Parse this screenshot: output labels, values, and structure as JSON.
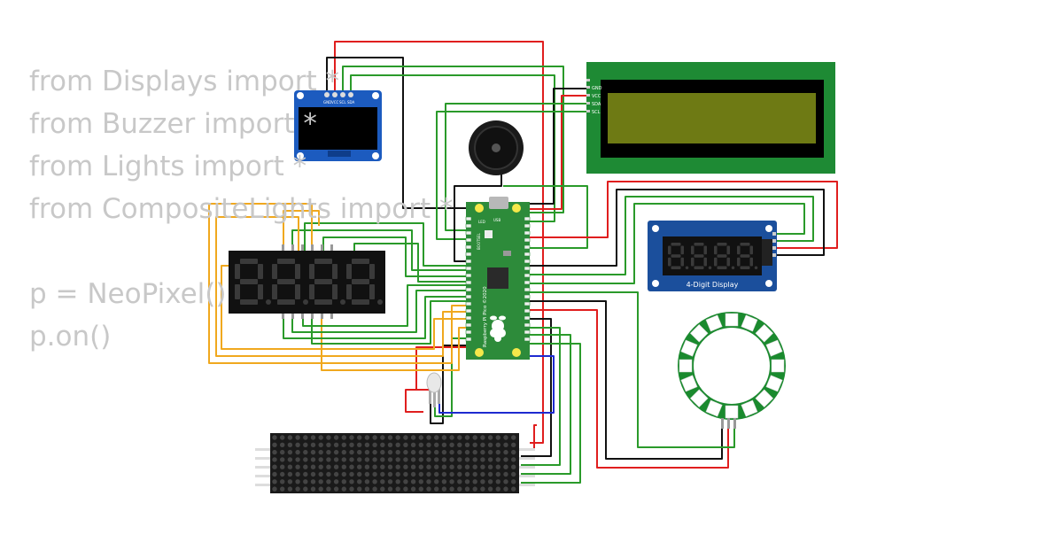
{
  "code": {
    "line1": "from Displays import *",
    "line2": "from Buzzer import *",
    "line3": "from Lights import *",
    "line4": "from CompositeLights import *",
    "line5": "p = NeoPixel()",
    "line6": "p.on()"
  },
  "oled": {
    "pins": [
      "GND",
      "VCC",
      "SCL",
      "SDA"
    ]
  },
  "lcd": {
    "pins": [
      "GND",
      "VCC",
      "SDA",
      "SCL"
    ]
  },
  "pico": {
    "board_label": "Raspberry Pi Pico ©2020",
    "usb_label": "USB",
    "led_label": "LED",
    "bootsel_label": "BOOTSEL"
  },
  "tm1637": {
    "label": "4-Digit Display"
  },
  "colors": {
    "red": "#e01e1e",
    "green": "#2a9a2a",
    "black": "#111111",
    "orange": "#f0a81e",
    "blue": "#1e2ad0",
    "pico_green": "#2d8b3a",
    "oled_blue": "#1c5bbf",
    "lcd_green": "#1e8a34",
    "tm_blue": "#1b4f9c"
  }
}
